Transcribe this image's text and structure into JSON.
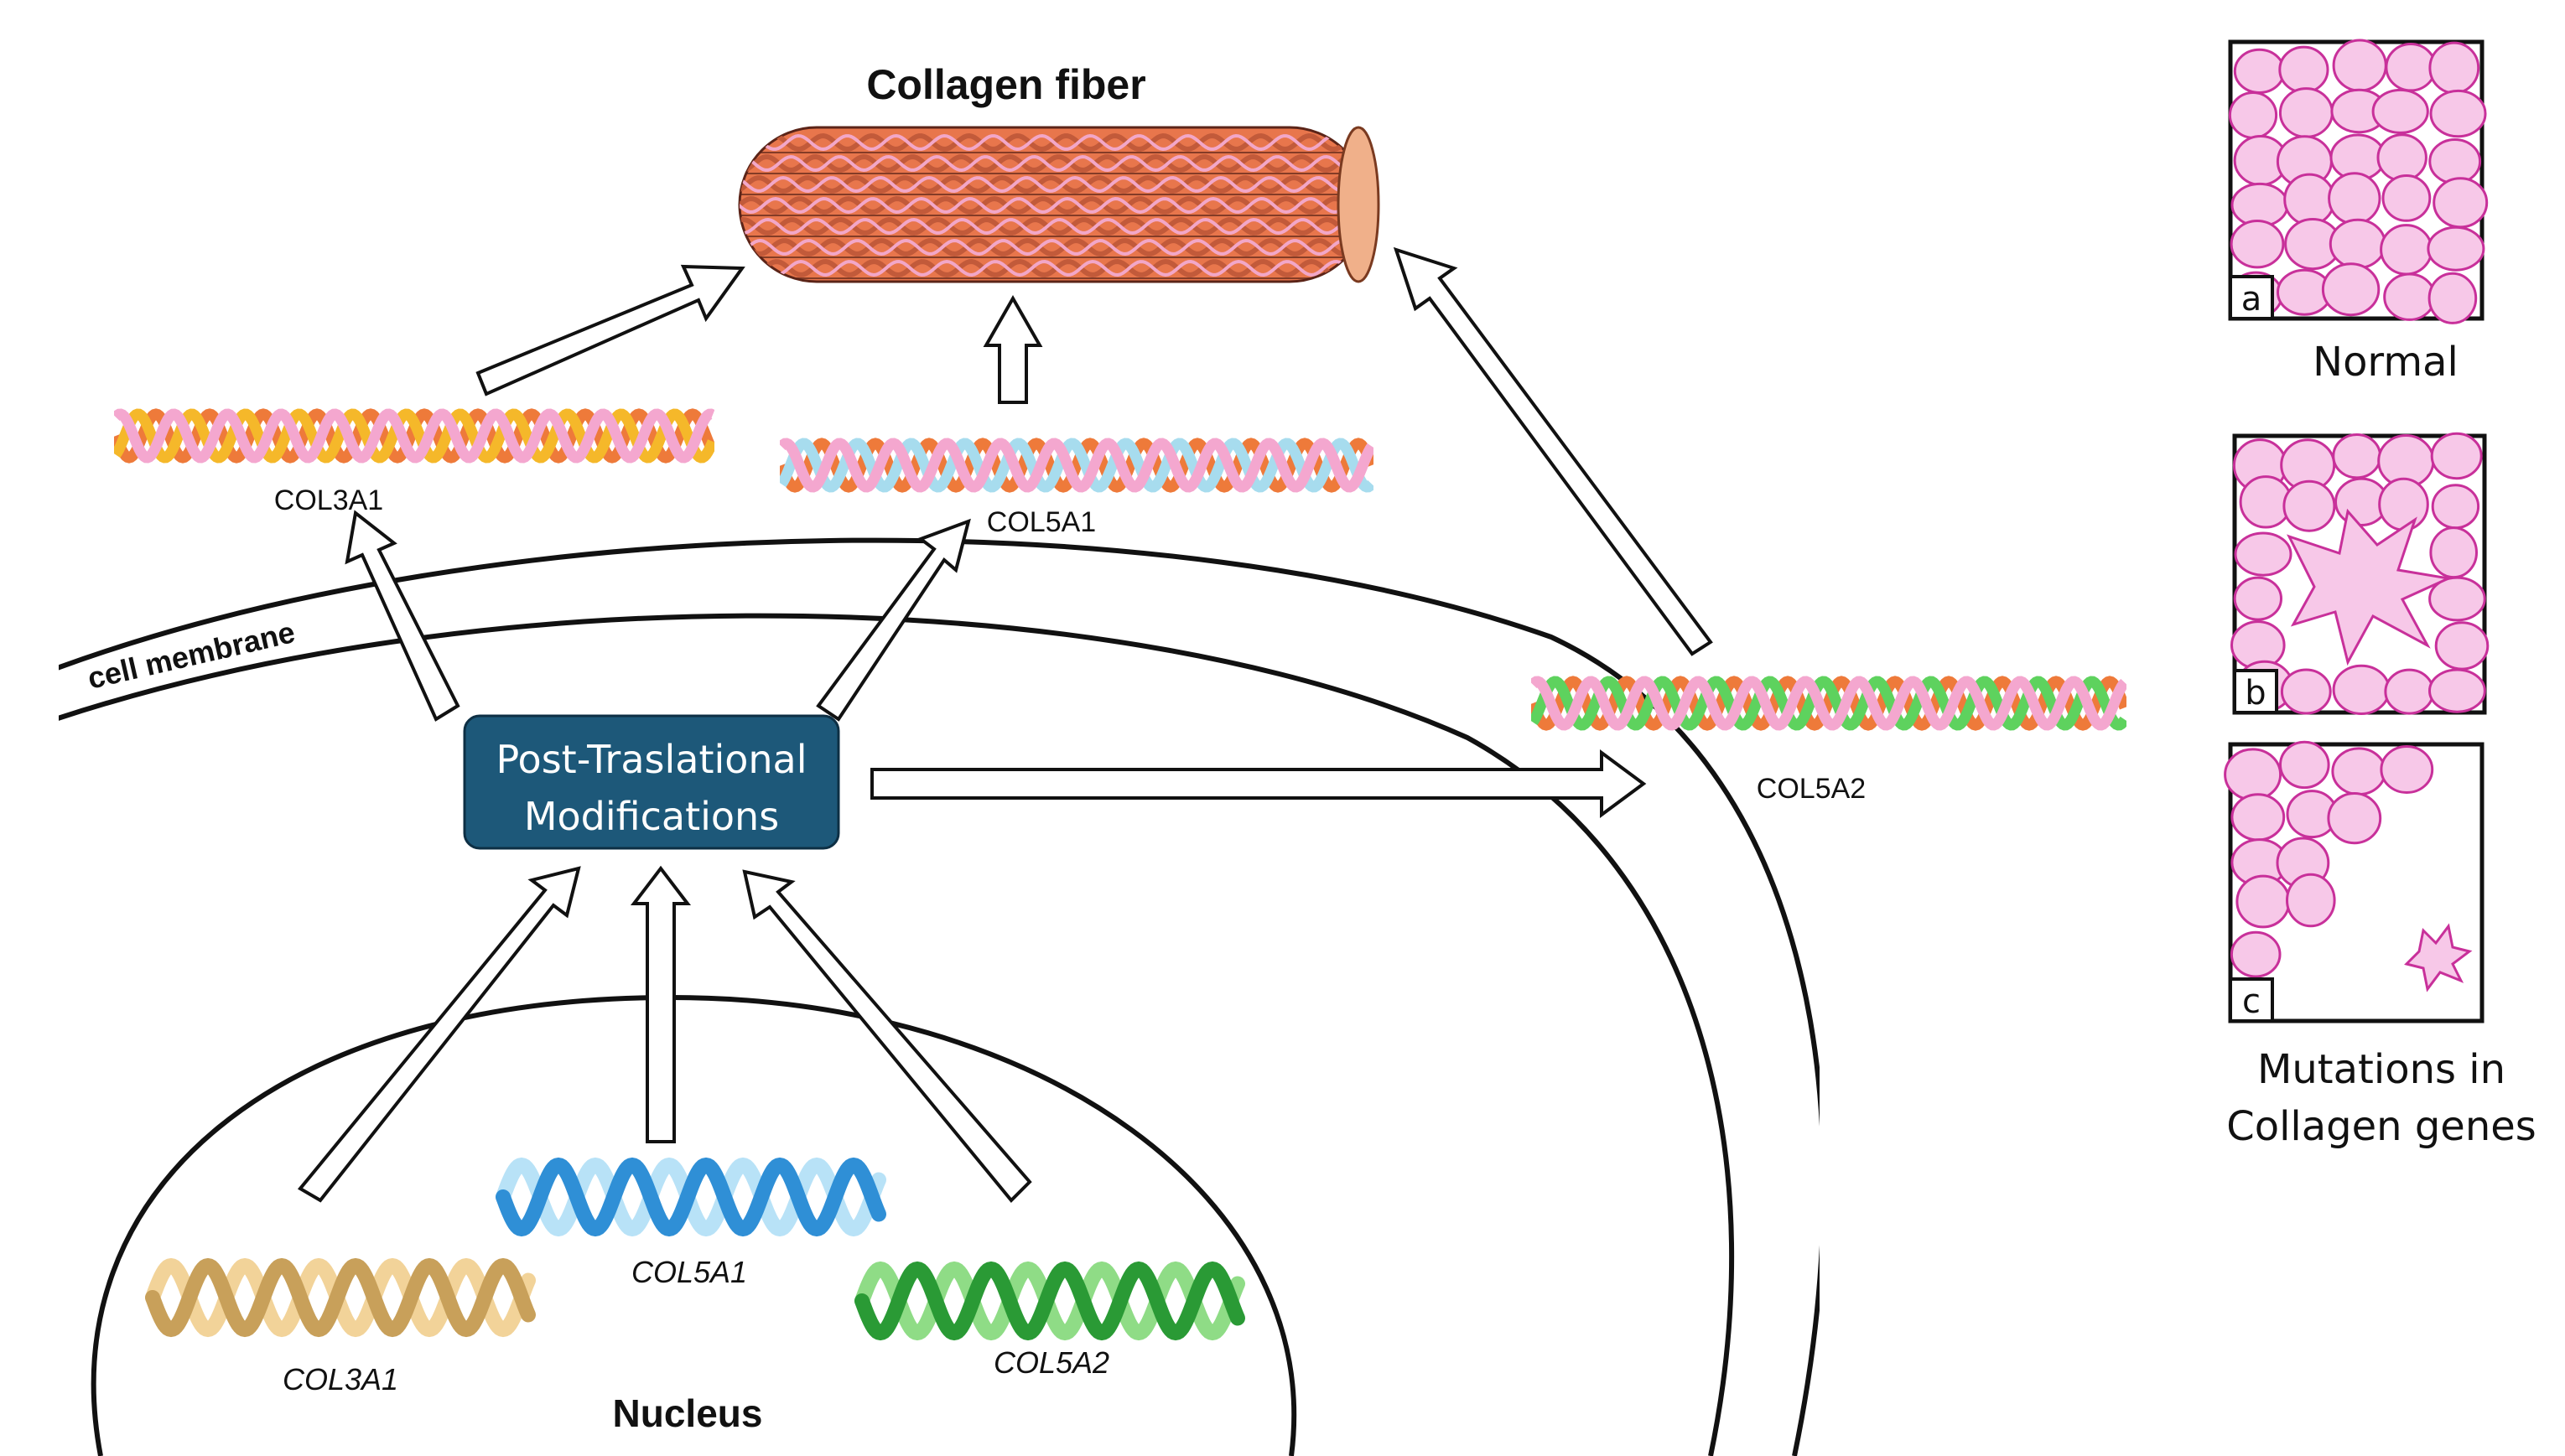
{
  "title": "Collagen fiber",
  "membrane_label": "cell membrane",
  "ptm_box": {
    "line1": "Post-Traslational",
    "line2": "Modifications",
    "fill": "#1d5879"
  },
  "nucleus_label": "Nucleus",
  "nuclear_genes": [
    {
      "name": "COL3A1",
      "colors": [
        "#c8a05a",
        "#f2d399"
      ]
    },
    {
      "name": "COL5A1",
      "colors": [
        "#2f8fd6",
        "#b8e2f7"
      ]
    },
    {
      "name": "COL5A2",
      "colors": [
        "#2a9a35",
        "#8fdc86"
      ]
    }
  ],
  "procollagens": [
    {
      "name": "COL3A1",
      "colors": [
        "#ee7a3a",
        "#f5b82a",
        "#f4a7cf"
      ]
    },
    {
      "name": "COL5A1",
      "colors": [
        "#ee7a3a",
        "#a7dcee",
        "#f4a7cf"
      ]
    },
    {
      "name": "COL5A2",
      "colors": [
        "#ee7a3a",
        "#5ed25e",
        "#f4a7cf"
      ]
    }
  ],
  "fiber_colors": [
    "#e8764c",
    "#c25a3a",
    "#f2a7c8"
  ],
  "tissue_panels": [
    {
      "letter": "a",
      "caption_lines": [
        "Normal"
      ]
    },
    {
      "letter": "b",
      "caption_lines": []
    },
    {
      "letter": "c",
      "caption_lines": [
        "Mutations in",
        "Collagen genes"
      ]
    }
  ],
  "tissue_color": "#c8309a",
  "tissue_fill": "#f7c8e8"
}
